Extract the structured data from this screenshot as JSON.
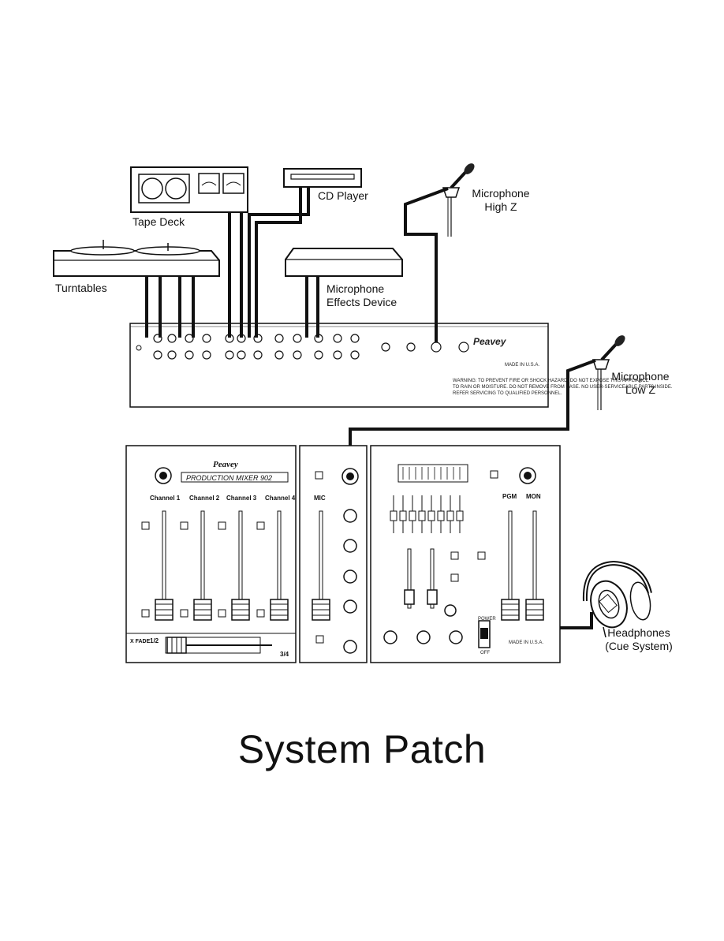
{
  "devices": {
    "tape_deck": "Tape Deck",
    "cd_player": "CD Player",
    "mic_high_z": [
      "Microphone",
      "High Z"
    ],
    "turntables": "Turntables",
    "effects": [
      "Microphone",
      "Effects Device"
    ],
    "mic_low_z": [
      "Microphone",
      "Low Z"
    ],
    "headphones": [
      "Headphones",
      "(Cue System)"
    ]
  },
  "mixer": {
    "brand": "Peavey",
    "model": "PRODUCTION MIXER 902",
    "channels": [
      "Channel 1",
      "Channel 2",
      "Channel 3",
      "Channel 4"
    ],
    "mic_label": "MIC",
    "pgm_label": "PGM",
    "mon_label": "MON",
    "xfade_label": "X FADE",
    "xfade_left": "1/2",
    "xfade_right": "3/4",
    "made_in": "MADE IN U.S.A.",
    "power_label": "POWER",
    "off_label": "OFF"
  },
  "rear_panel": {
    "warning": [
      "WARNING: TO PREVENT FIRE OR SHOCK HAZARD, DO NOT EXPOSE THIS APPLIANCE",
      "TO RAIN OR MOISTURE. DO NOT REMOVE FROM CASE. NO USER-SERVICEABLE PARTS INSIDE.",
      "REFER SERVICING TO QUALIFIED PERSONNEL."
    ],
    "made_in": "MADE IN U.S.A."
  },
  "caption": "System Patch",
  "colors": {
    "ink": "#111111",
    "paper": "#ffffff",
    "cable": "#111111"
  }
}
